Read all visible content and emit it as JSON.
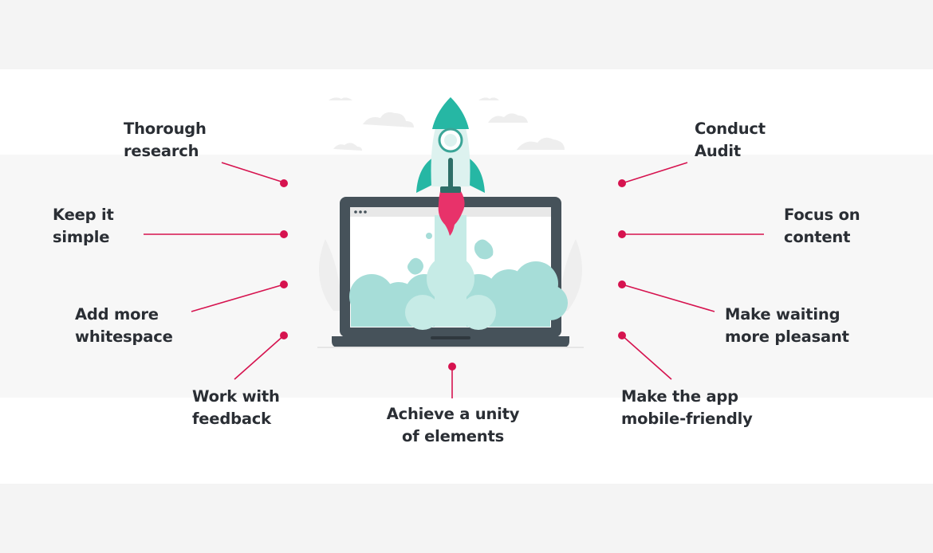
{
  "diagram": {
    "items": [
      {
        "text": "Thorough\nresearch"
      },
      {
        "text": "Keep it\nsimple"
      },
      {
        "text": "Add more\nwhitespace"
      },
      {
        "text": "Work with\nfeedback"
      },
      {
        "text": "Achieve a unity\nof elements"
      },
      {
        "text": "Conduct\nAudit"
      },
      {
        "text": "Focus on\ncontent"
      },
      {
        "text": "Make waiting\nmore pleasant"
      },
      {
        "text": "Make the app\nmobile-friendly"
      }
    ],
    "colors": {
      "accent": "#d6134f",
      "text": "#2a2e34",
      "laptop": "#46525a",
      "rocket": "#26b7a4",
      "smoke": "#a6ddd8",
      "flame": "#e8326a"
    },
    "icons": [
      "rocket-icon",
      "laptop-icon",
      "cloud-icon"
    ]
  }
}
